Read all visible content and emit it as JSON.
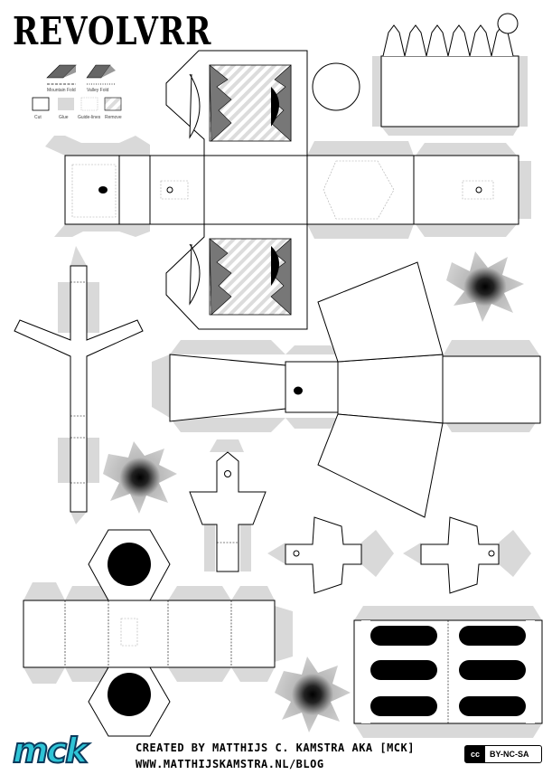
{
  "title": "REVOLVRR",
  "legend": {
    "folds": [
      "Mountain Fold",
      "Valley Fold"
    ],
    "keys": [
      "Cut",
      "Glue",
      "Guide-lines",
      "Remove"
    ]
  },
  "credits": {
    "line1": "CREATED BY MATTHIJS C. KAMSTRA AKA [MCK]",
    "line2": "WWW.MATTHIJSKAMSTRA.NL/BLOG"
  },
  "license": {
    "icon": "cc",
    "text": "BY-NC-SA"
  },
  "logo": "mck",
  "colors": {
    "glue": "#d9d9d9",
    "outline": "#000000",
    "logo_fill": "#2ec4d6",
    "logo_stroke": "#0b3a5c"
  }
}
